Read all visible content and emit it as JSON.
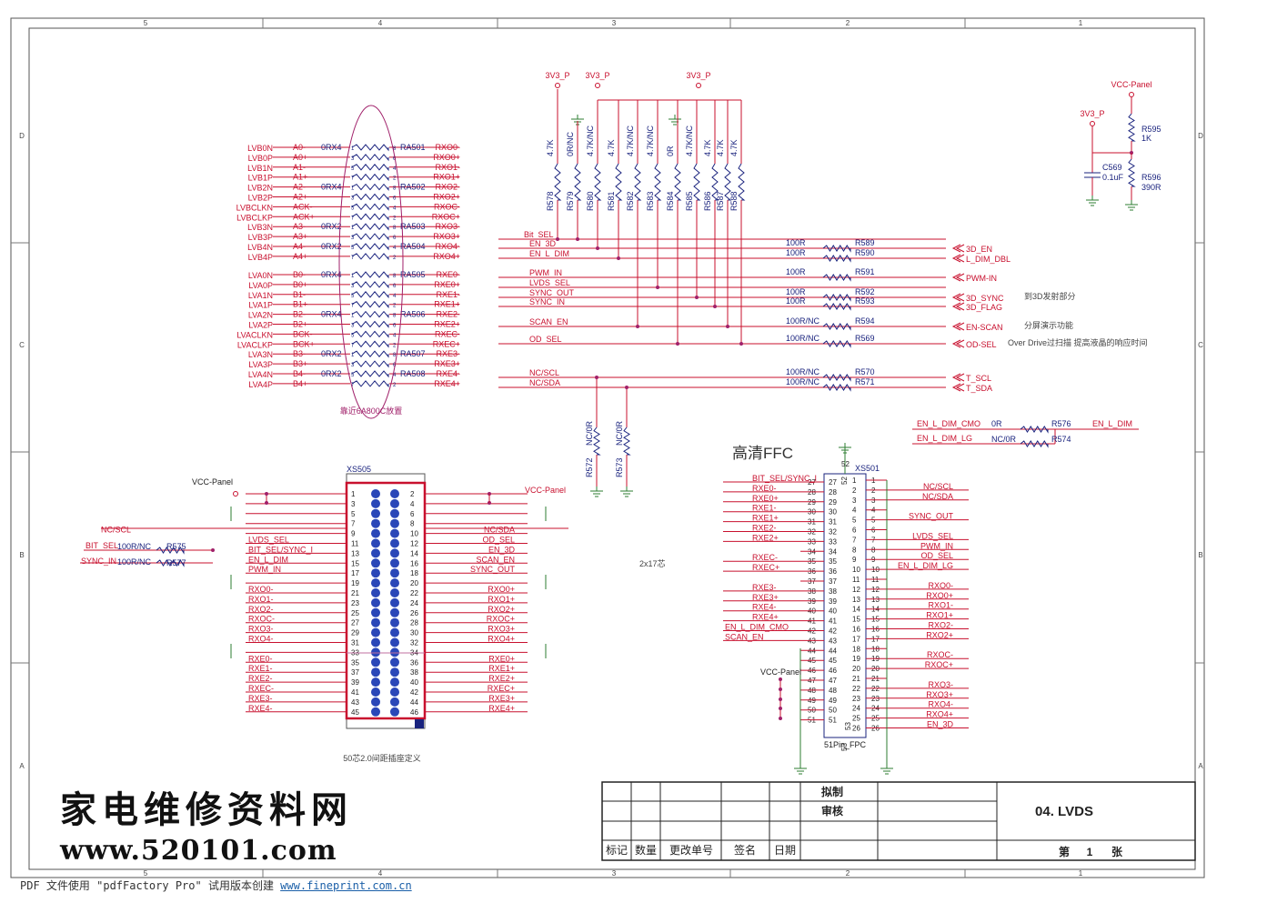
{
  "zone_cols": [
    "5",
    "4",
    "3",
    "2",
    "1"
  ],
  "zone_rows": [
    "D",
    "C",
    "B",
    "A"
  ],
  "power": {
    "v3": "3V3_P",
    "vcc": "VCC-Panel"
  },
  "left_nets_b": [
    "LVB0N",
    "LVB0P",
    "LVB1N",
    "LVB1P",
    "LVB2N",
    "LVB2P",
    "LVBCLKN",
    "LVBCLKP",
    "LVB3N",
    "LVB3P",
    "LVB4N",
    "LVB4P"
  ],
  "left_nets_a": [
    "LVA0N",
    "LVA0P",
    "LVA1N",
    "LVA1P",
    "LVA2N",
    "LVA2P",
    "LVACLKN",
    "LVACLKP",
    "LVA3N",
    "LVA3P",
    "LVA4N",
    "LVA4P"
  ],
  "pin_names_b": [
    "A0-",
    "A0+",
    "A1-",
    "A1+",
    "A2-",
    "A2+",
    "ACK-",
    "ACK+",
    "A3-",
    "A3+",
    "A4-",
    "A4+"
  ],
  "pin_names_a": [
    "B0-",
    "B0+",
    "B1-",
    "B1+",
    "B2-",
    "B2+",
    "BCK-",
    "BCK+",
    "B3-",
    "B3+",
    "B4-",
    "B4+"
  ],
  "out_nets_b": [
    "RXO0-",
    "RXO0+",
    "RXO1-",
    "RXO1+",
    "RXO2-",
    "RXO2+",
    "RXOC-",
    "RXOC+",
    "RXO3-",
    "RXO3+",
    "RXO4-",
    "RXO4+"
  ],
  "out_nets_a": [
    "RXE0-",
    "RXE0+",
    "RXE1-",
    "RXE1+",
    "RXE2-",
    "RXE2+",
    "RXEC-",
    "RXEC+",
    "RXE3-",
    "RXE3+",
    "RXE4-",
    "RXE4+"
  ],
  "res_arrays": [
    {
      "ref": "RA501",
      "val": "0RX4"
    },
    {
      "ref": "RA502",
      "val": "0RX4"
    },
    {
      "ref": "RA503",
      "val": "0RX2"
    },
    {
      "ref": "RA504",
      "val": "0RX2"
    },
    {
      "ref": "RA505",
      "val": "0RX4"
    },
    {
      "ref": "RA506",
      "val": "0RX4"
    },
    {
      "ref": "RA507",
      "val": "0RX2"
    },
    {
      "ref": "RA508",
      "val": "0RX2"
    }
  ],
  "near_note": "靠近6A800C放置",
  "pull_res": [
    {
      "val": "4.7K",
      "ref": "R578"
    },
    {
      "val": "0R/NC",
      "ref": "R579"
    },
    {
      "val": "4.7K/NC",
      "ref": "R580"
    },
    {
      "val": "4.7K",
      "ref": "R581"
    },
    {
      "val": "4.7K/NC",
      "ref": "R582"
    },
    {
      "val": "4.7K/NC",
      "ref": "R583"
    },
    {
      "val": "0R",
      "ref": "R584"
    },
    {
      "val": "4.7K/NC",
      "ref": "R585"
    },
    {
      "val": "4.7K",
      "ref": "R586"
    },
    {
      "val": "4.7K",
      "ref": "R587"
    },
    {
      "val": "4.7K",
      "ref": "R588"
    }
  ],
  "bus": [
    {
      "net": "Bit_SEL"
    },
    {
      "net": "EN_3D",
      "val": "100R",
      "ref": "R589",
      "out": "3D_EN"
    },
    {
      "net": "EN_L_DIM",
      "val": "100R",
      "ref": "R590",
      "out": "L_DIM_DBL"
    },
    {
      "net": "PWM_IN",
      "val": "100R",
      "ref": "R591",
      "out": "PWM-IN"
    },
    {
      "net": "LVDS_SEL"
    },
    {
      "net": "SYNC_OUT",
      "val": "100R",
      "ref": "R592",
      "out": "3D_SYNC",
      "note": "到3D发射部分"
    },
    {
      "net": "SYNC_IN",
      "val": "100R",
      "ref": "R593",
      "out": "3D_FLAG"
    },
    {
      "net": "SCAN_EN",
      "val": "100R/NC",
      "ref": "R594",
      "out": "EN-SCAN",
      "note": "分屏演示功能"
    },
    {
      "net": "OD_SEL",
      "val": "100R/NC",
      "ref": "R569",
      "out": "OD-SEL",
      "note": "Over Drive过扫描 提高液晶的响应时间"
    },
    {
      "net": "NC/SCL",
      "val": "100R/NC",
      "ref": "R570",
      "out": "T_SCL"
    },
    {
      "net": "NC/SDA",
      "val": "100R/NC",
      "ref": "R571",
      "out": "T_SDA"
    }
  ],
  "r572": {
    "ref": "R572",
    "val": "NC/0R"
  },
  "r573": {
    "ref": "R573",
    "val": "NC/0R"
  },
  "vcc_block": {
    "r595": "R595",
    "r595v": "1K",
    "r596": "R596",
    "r596v": "390R",
    "c569": "C569",
    "c569v": "0.1uF"
  },
  "en_dim": [
    {
      "net": "EN_L_DIM_CMO",
      "val": "0R",
      "ref": "R576",
      "out": "EN_L_DIM"
    },
    {
      "net": "EN_L_DIM_LG",
      "val": "NC/0R",
      "ref": "R574"
    }
  ],
  "xs505": {
    "ref": "XS505",
    "note_2x17": "2x17芯",
    "note_50": "50芯2.0间距插座定义",
    "left": [
      "",
      "",
      "",
      "",
      "NC/SCL",
      "LVDS_SEL",
      "BIT_SEL/SYNC_I",
      "EN_L_DIM",
      "PWM_IN",
      "",
      "RXO0-",
      "RXO1-",
      "RXO2-",
      "RXOC-",
      "RXO3-",
      "RXO4-",
      "",
      "RXE0-",
      "RXE1-",
      "RXE2-",
      "RXEC-",
      "RXE3-",
      "RXE4-"
    ],
    "right": [
      "VCC-Panel",
      "",
      "",
      "",
      "NC/SDA",
      "OD_SEL",
      "EN_3D",
      "SCAN_EN",
      "SYNC_OUT",
      "",
      "RXO0+",
      "RXO1+",
      "RXO2+",
      "RXOC+",
      "RXO3+",
      "RXO4+",
      "",
      "RXE0+",
      "RXE1+",
      "RXE2+",
      "RXEC+",
      "RXE3+",
      "RXE4+"
    ],
    "vcc_left": "VCC-Panel",
    "bit_sel": {
      "net": "BIT_SEL",
      "val": "100R/NC",
      "ref": "R575"
    },
    "sync_in": {
      "net": "SYNC_IN",
      "val": "100R/NC",
      "ref": "R577"
    }
  },
  "xs501": {
    "title": "高清FFC",
    "ref": "XS501",
    "part": "51Pin_FPC",
    "left": [
      "BIT_SEL/SYNC_I",
      "RXE0-",
      "RXE0+",
      "RXE1-",
      "RXE1+",
      "RXE2-",
      "RXE2+",
      "",
      "RXEC-",
      "RXEC+",
      "",
      "RXE3-",
      "RXE3+",
      "RXE4-",
      "RXE4+",
      "EN_L_DIM_CMO",
      "SCAN_EN",
      "",
      "",
      "",
      "",
      "",
      "",
      "",
      ""
    ],
    "right": [
      "",
      "NC/SCL",
      "NC/SDA",
      "",
      "SYNC_OUT",
      "",
      "LVDS_SEL",
      "PWM_IN",
      "OD_SEL",
      "EN_L_DIM_LG",
      "",
      "RXO0-",
      "RXO0+",
      "RXO1-",
      "RXO1+",
      "RXO2-",
      "RXO2+",
      "",
      "RXOC-",
      "RXOC+",
      "",
      "RXO3-",
      "RXO3+",
      "RXO4-",
      "RXO4+",
      "EN_3D"
    ]
  },
  "title_block": {
    "drawn": "拟制",
    "review": "审核",
    "title": "04. LVDS",
    "cols": [
      "标记",
      "数量",
      "更改单号",
      "签名",
      "日期"
    ],
    "sheet_pre": "第",
    "sheet_no": "1",
    "sheet_post": "张"
  },
  "watermark": {
    "line1": "家电维修资料网",
    "line2": "www.520101.com"
  },
  "footer": {
    "text": "PDF 文件使用 \"pdfFactory Pro\" 试用版本创建 ",
    "link": "www.fineprint.com.cn"
  }
}
